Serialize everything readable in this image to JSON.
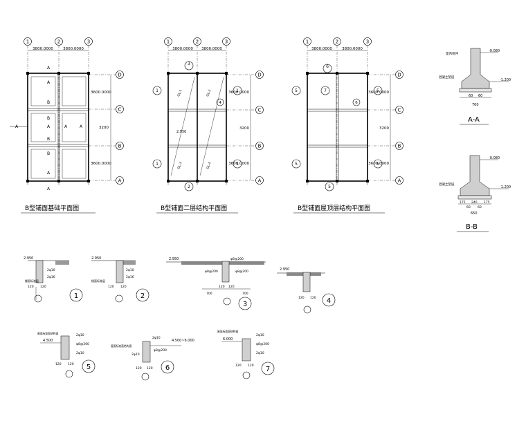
{
  "plans": [
    {
      "title": "B型铺面基础平面图",
      "axes_h": [
        "1",
        "2",
        "3"
      ],
      "axes_v": [
        "D",
        "C",
        "B",
        "A"
      ],
      "dims_h": [
        "3800.0000",
        "3800.0000"
      ],
      "dims_v": [
        "3600.0000",
        "3200",
        "3600.0000"
      ],
      "section_marks": [
        "A",
        "A",
        "B",
        "B",
        "A",
        "A",
        "A",
        "A",
        "B",
        "B",
        "A",
        "A"
      ]
    },
    {
      "title": "B型铺面二层结构平面图",
      "axes_h": [
        "1",
        "2",
        "3"
      ],
      "axes_v": [
        "D",
        "C",
        "B",
        "A"
      ],
      "dims_h": [
        "3800.0000",
        "3800.0000"
      ],
      "dims_v": [
        "3600.0000",
        "3200",
        "3600.0000"
      ],
      "detail_refs": [
        "3",
        "1",
        "1",
        "4",
        "1",
        "1",
        "2"
      ],
      "beam_labels": [
        "GL-1",
        "GL-2",
        "GL-3",
        "GL-4"
      ],
      "level": "2.950"
    },
    {
      "title": "B型铺面屋顶层结构平面图",
      "axes_h": [
        "1",
        "2",
        "3"
      ],
      "axes_v": [
        "D",
        "C",
        "B",
        "A"
      ],
      "dims_h": [
        "3800.0000",
        "3800.0000"
      ],
      "dims_v": [
        "3600.0000",
        "3200",
        "3600.0000"
      ],
      "detail_refs": [
        "6",
        "5",
        "7",
        "5",
        "6",
        "5",
        "5",
        "5"
      ]
    }
  ],
  "sections": [
    {
      "title": "A-A",
      "labels": [
        "室内地坪",
        "混凝土垫层"
      ],
      "levels": [
        "-0.080",
        "-1.200"
      ],
      "dims": [
        "60",
        "60",
        "700"
      ]
    },
    {
      "title": "B-B",
      "labels": [
        "混凝土垫层"
      ],
      "levels": [
        "-0.080",
        "-1.200"
      ],
      "dims": [
        "175",
        "60",
        "240",
        "60",
        "175",
        "650"
      ]
    }
  ],
  "details": [
    {
      "num": "1",
      "level": "2.950",
      "notes": [
        "2φ10",
        "2φ16",
        "楼面标准层"
      ],
      "dims": [
        "120",
        "120"
      ]
    },
    {
      "num": "2",
      "level": "2.950",
      "notes": [
        "2φ10",
        "2φ16",
        "楼面标准层"
      ],
      "dims": [
        "120",
        "120"
      ]
    },
    {
      "num": "3",
      "level": "2.950",
      "notes": [
        "φ8@200",
        "φ8@200",
        "φ8@200"
      ],
      "dims": [
        "700",
        "120",
        "120",
        "700"
      ]
    },
    {
      "num": "4",
      "level": "2.950",
      "notes": [],
      "dims": [
        "120",
        "120"
      ]
    },
    {
      "num": "5",
      "level": "4.500",
      "notes": [
        "屋面标准面结构面",
        "2φ10",
        "φ8@200",
        "2φ10"
      ],
      "dims": [
        "120",
        "120"
      ]
    },
    {
      "num": "6",
      "level": "4.500~6.000",
      "notes": [
        "2φ10",
        "2φ10",
        "屋面标准面结构面",
        "φ8@200"
      ],
      "dims": [
        "120",
        "120"
      ]
    },
    {
      "num": "7",
      "level": "6.000",
      "notes": [
        "屋面标准面结构面",
        "2φ10",
        "φ8@200",
        "2φ10"
      ],
      "dims": [
        "120",
        "120"
      ]
    }
  ]
}
